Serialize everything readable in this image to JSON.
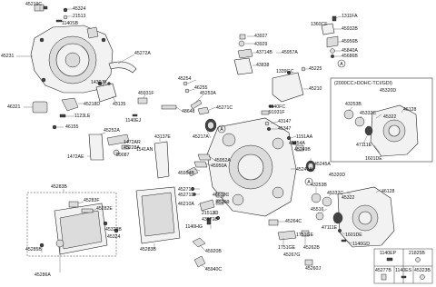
{
  "labels": {
    "p45219C": "45219C",
    "p45324": "45324",
    "p21513a": "21513",
    "p1140SB": "1140SB",
    "p45231": "45231",
    "p45272A": "45272A",
    "p1430JB": "1430JB",
    "p45218D": "45218D",
    "p43135": "43135",
    "p45931F": "45931F",
    "p46321": "46321",
    "p1123LE": "1123LE",
    "p46155": "46155",
    "p45254": "45254",
    "p46255": "46255",
    "p45253A": "45253A",
    "p48648": "48648",
    "p1140EJ": "1140EJ",
    "p45252A": "45252A",
    "p1472AE": "1472AE",
    "p1472AR": "1472AR",
    "p45228A": "45228A",
    "p89087": "89087",
    "p1141AN": "1141AN",
    "p43137E": "43137E",
    "p45283B": "45283B",
    "p45283F": "45283F",
    "p45282E": "45282E",
    "p45285B": "45285B",
    "p45286A": "45286A",
    "p45283Bb": "45283B",
    "p45324b": "45324",
    "p45323B": "45323B",
    "p43927": "43927",
    "p43929": "43929",
    "p43714B": "43714B",
    "p45957A": "45957A",
    "p43838": "43838",
    "p1339GC": "1339GC",
    "p45225": "45225",
    "p45210": "45210",
    "p1360CF": "1360CF",
    "p1311FA": "1311FA",
    "p45932B": "45932B",
    "p45956B": "45956B",
    "p45840A": "45840A",
    "p45686B": "45686B",
    "p45271C": "45271C",
    "p45217A": "45217A",
    "p1140FC": "1140FC",
    "p91931F": "91931F",
    "p43147": "43147",
    "p45347": "45347",
    "p1151AA": "1151AA",
    "p45254A": "45254A",
    "p45249B": "45249B",
    "p45241A": "45241A",
    "p45245A": "45245A",
    "p45952A": "45952A",
    "p45950A": "45950A",
    "p45954B": "45954B",
    "p45271D": "45271D",
    "p45271Db": "45271D",
    "p46210A": "46210A",
    "p46612C": "46612C",
    "p45260": "45260",
    "p21513b": "21513",
    "p43171B": "43171B",
    "p1140HG": "1140HG",
    "p45920B": "45920B",
    "p45940C": "45940C",
    "p45264C": "45264C",
    "p1751GE": "1751GE",
    "p1751GEb": "1751GE",
    "p45267G": "45267G",
    "p45262B": "45262B",
    "p45260J": "45260J",
    "p45320D": "45320D",
    "p43253B": "43253B",
    "p45332C": "45332C",
    "p45322": "45322",
    "p46128": "46128",
    "p45516": "45516",
    "p47111E": "47111E",
    "p1601DE": "1601DE",
    "p1140GD": "1140GD",
    "markerA1": "A",
    "markerA2": "A",
    "markerA3": "A"
  },
  "inset": {
    "title": "(2000CC>DOHC-TCI/GDI)",
    "p45320D": "45320D",
    "p43253B": "43253B",
    "p45332C": "45332C",
    "p45322": "45322",
    "p46128": "46128",
    "p47111E": "47111E",
    "p1601DE": "1601DE"
  },
  "legend_table": {
    "cells": [
      "1140EP",
      "21825B",
      "45277B",
      "1140ES",
      "45323B"
    ]
  }
}
